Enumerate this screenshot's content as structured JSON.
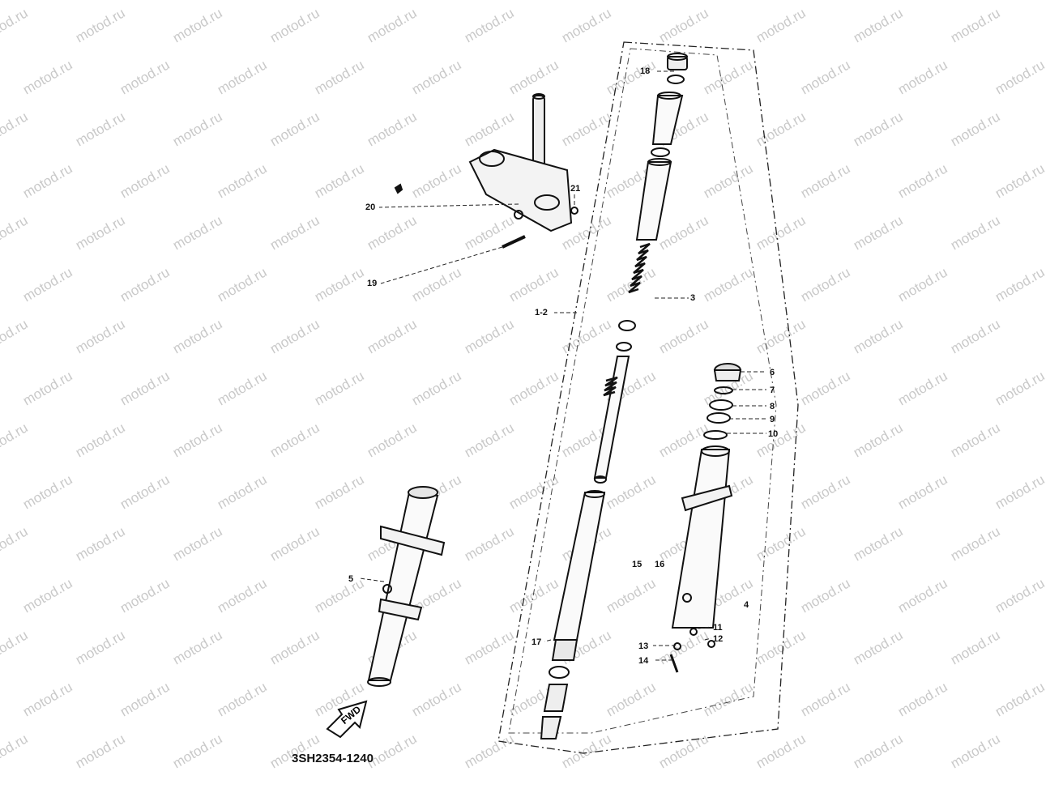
{
  "watermark": "motod.ru",
  "diagram_code": "3SH2354-1240",
  "arrow_label": "FWD",
  "callouts": {
    "p1_2": "1-2",
    "p3": "3",
    "p4": "4",
    "p5": "5",
    "p6": "6",
    "p7": "7",
    "p8": "8",
    "p9": "9",
    "p10": "10",
    "p11": "11",
    "p12": "12",
    "p13": "13",
    "p14": "14",
    "p15": "15",
    "p16": "16",
    "p17": "17",
    "p18": "18",
    "p19": "19",
    "p20": "20",
    "p21": "21"
  }
}
